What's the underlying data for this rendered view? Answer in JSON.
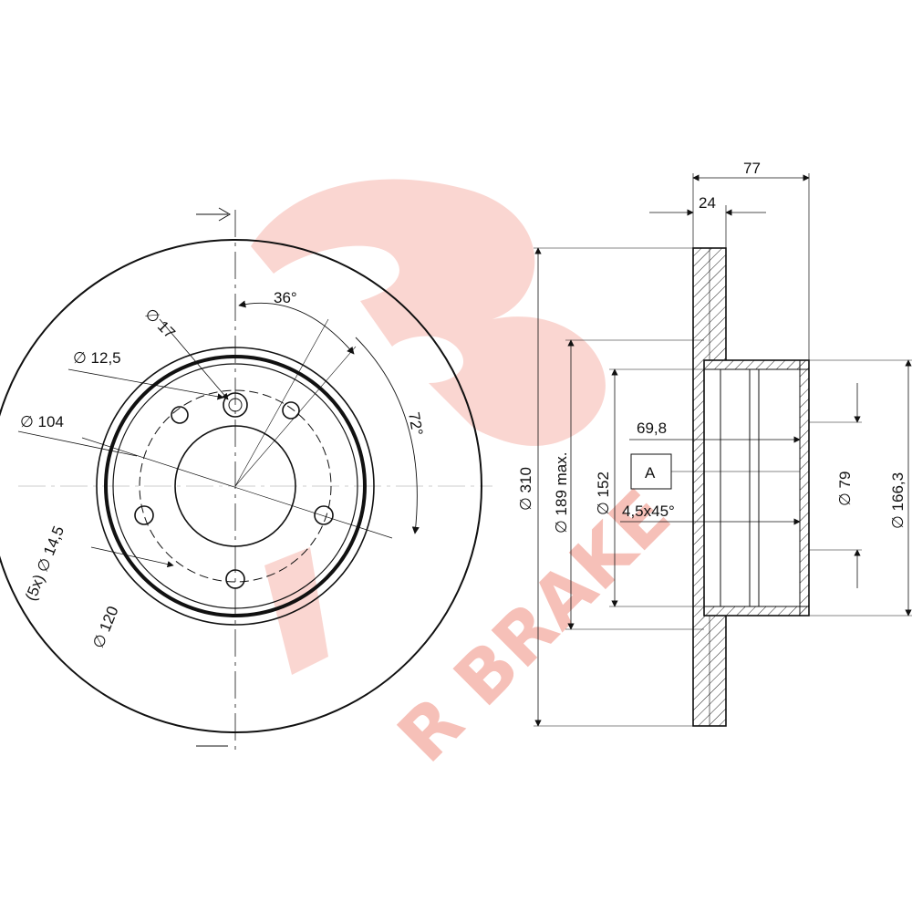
{
  "watermark": {
    "brand": "R BRAKE",
    "color": "#f6c0b8"
  },
  "front_view": {
    "labels": {
      "bolt_hole_dia": "∅ 17",
      "angle_small": "36°",
      "angle_large": "72°",
      "thread_dia": "∅ 12,5",
      "pcd": "∅ 104",
      "hole_count_dia": "(5x) ∅ 14,5",
      "ring_dia": "∅ 120"
    }
  },
  "side_view": {
    "labels": {
      "total_height": "77",
      "disc_thickness": "24",
      "outer_dia": "∅ 310",
      "max_dia": "∅ 189 max.",
      "hub_dia": "∅ 152",
      "center_dia": "∅ 79",
      "hat_dia": "∅ 166,3",
      "depth": "69,8",
      "datum": "A",
      "chamfer": "4,5x45°"
    }
  }
}
